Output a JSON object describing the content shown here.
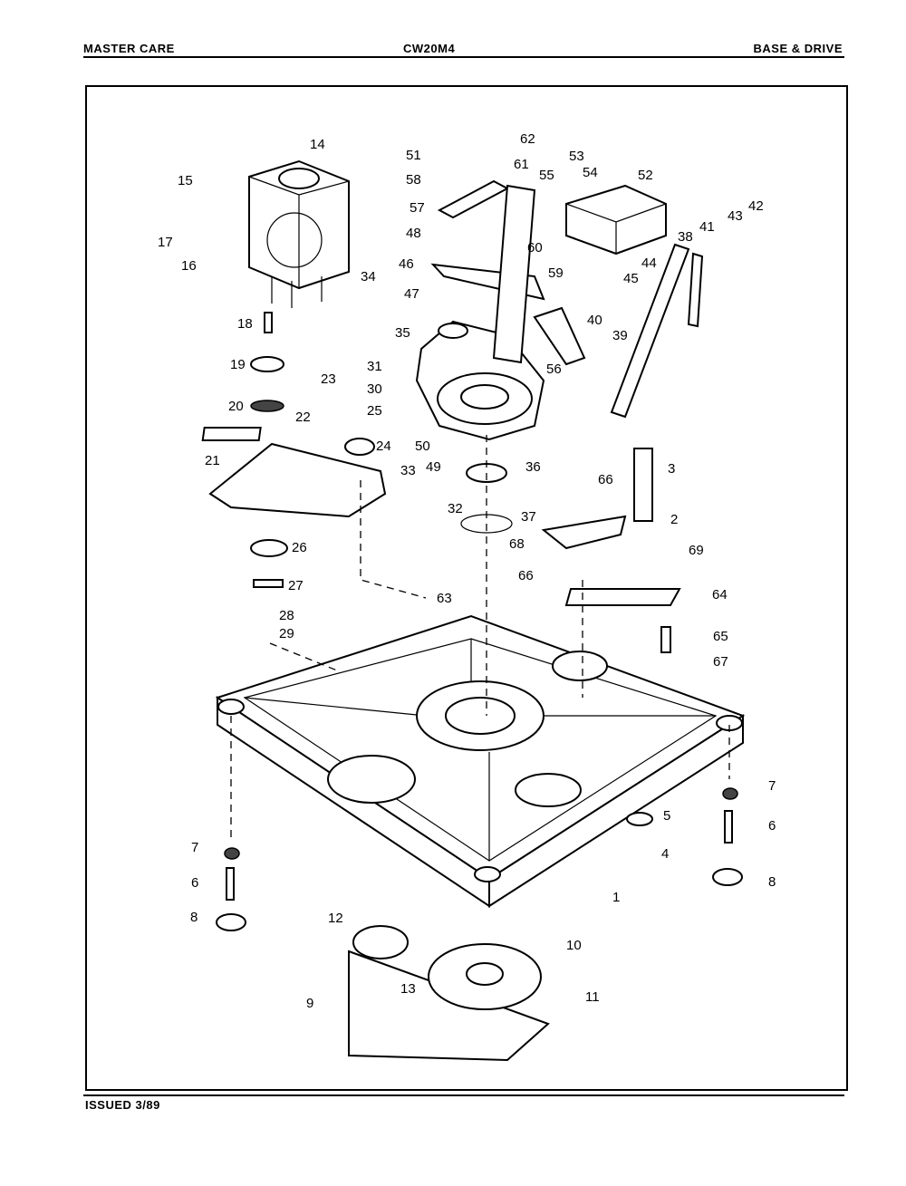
{
  "header": {
    "left": "MASTER CARE",
    "center": "CW20M4",
    "right": "BASE & DRIVE"
  },
  "footer": {
    "issued": "ISSUED 3/89"
  },
  "callouts": [
    {
      "id": "14",
      "label": "14"
    },
    {
      "id": "15",
      "label": "15"
    },
    {
      "id": "17",
      "label": "17"
    },
    {
      "id": "16",
      "label": "16"
    },
    {
      "id": "34",
      "label": "34"
    },
    {
      "id": "18",
      "label": "18"
    },
    {
      "id": "19",
      "label": "19"
    },
    {
      "id": "23",
      "label": "23"
    },
    {
      "id": "31",
      "label": "31"
    },
    {
      "id": "30",
      "label": "30"
    },
    {
      "id": "20",
      "label": "20"
    },
    {
      "id": "25",
      "label": "25"
    },
    {
      "id": "22",
      "label": "22"
    },
    {
      "id": "24",
      "label": "24"
    },
    {
      "id": "21",
      "label": "21"
    },
    {
      "id": "26",
      "label": "26"
    },
    {
      "id": "27",
      "label": "27"
    },
    {
      "id": "28",
      "label": "28"
    },
    {
      "id": "29",
      "label": "29"
    },
    {
      "id": "51",
      "label": "51"
    },
    {
      "id": "62",
      "label": "62"
    },
    {
      "id": "61",
      "label": "61"
    },
    {
      "id": "53",
      "label": "53"
    },
    {
      "id": "58",
      "label": "58"
    },
    {
      "id": "55",
      "label": "55"
    },
    {
      "id": "54",
      "label": "54"
    },
    {
      "id": "52",
      "label": "52"
    },
    {
      "id": "57",
      "label": "57"
    },
    {
      "id": "48",
      "label": "48"
    },
    {
      "id": "60",
      "label": "60"
    },
    {
      "id": "46",
      "label": "46"
    },
    {
      "id": "59",
      "label": "59"
    },
    {
      "id": "47",
      "label": "47"
    },
    {
      "id": "35",
      "label": "35"
    },
    {
      "id": "40",
      "label": "40"
    },
    {
      "id": "39",
      "label": "39"
    },
    {
      "id": "56",
      "label": "56"
    },
    {
      "id": "38",
      "label": "38"
    },
    {
      "id": "41",
      "label": "41"
    },
    {
      "id": "43",
      "label": "43"
    },
    {
      "id": "42",
      "label": "42"
    },
    {
      "id": "44",
      "label": "44"
    },
    {
      "id": "45",
      "label": "45"
    },
    {
      "id": "50",
      "label": "50"
    },
    {
      "id": "49",
      "label": "49"
    },
    {
      "id": "36",
      "label": "36"
    },
    {
      "id": "3",
      "label": "3"
    },
    {
      "id": "33",
      "label": "33"
    },
    {
      "id": "66a",
      "label": "66"
    },
    {
      "id": "32",
      "label": "32"
    },
    {
      "id": "37",
      "label": "37"
    },
    {
      "id": "2",
      "label": "2"
    },
    {
      "id": "68",
      "label": "68"
    },
    {
      "id": "69",
      "label": "69"
    },
    {
      "id": "66b",
      "label": "66"
    },
    {
      "id": "64",
      "label": "64"
    },
    {
      "id": "63",
      "label": "63"
    },
    {
      "id": "65",
      "label": "65"
    },
    {
      "id": "67",
      "label": "67"
    },
    {
      "id": "7a",
      "label": "7"
    },
    {
      "id": "6a",
      "label": "6"
    },
    {
      "id": "5",
      "label": "5"
    },
    {
      "id": "4",
      "label": "4"
    },
    {
      "id": "8a",
      "label": "8"
    },
    {
      "id": "1",
      "label": "1"
    },
    {
      "id": "7b",
      "label": "7"
    },
    {
      "id": "6b",
      "label": "6"
    },
    {
      "id": "8b",
      "label": "8"
    },
    {
      "id": "12",
      "label": "12"
    },
    {
      "id": "10",
      "label": "10"
    },
    {
      "id": "13",
      "label": "13"
    },
    {
      "id": "9",
      "label": "9"
    },
    {
      "id": "11",
      "label": "11"
    }
  ]
}
